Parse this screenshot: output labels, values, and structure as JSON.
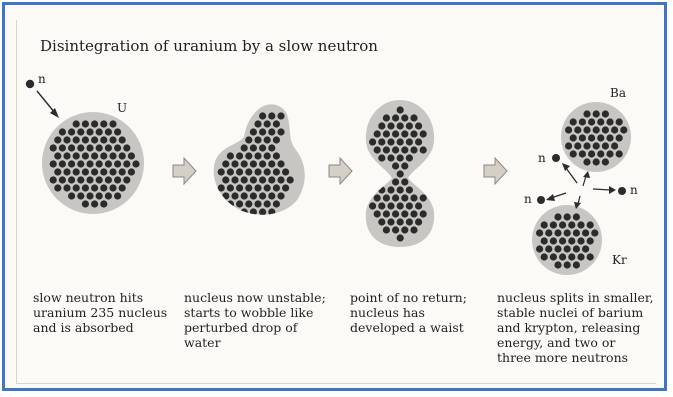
{
  "title": "Disintegration of uranium by a slow neutron",
  "labels": {
    "incoming_neutron": "n",
    "uranium": "U",
    "barium": "Ba",
    "krypton": "Kr",
    "neutron_1": "n",
    "neutron_2": "n",
    "neutron_3": "n"
  },
  "captions": [
    "slow neutron hits\nuranium 235 nucleus\nand is absorbed",
    "nucleus now unstable;\nstarts to wobble like\nperturbed drop of\nwater",
    "point of no return;\nnucleus has\ndeveloped a waist",
    "nucleus splits in smaller,\nstable nuclei of barium\nand krypton, releasing\nenergy, and two or\nthree more neutrons"
  ],
  "colors": {
    "frame": "#3f75c4",
    "nucleus_fill": "#c8c6c3",
    "particle": "#2b2b2b",
    "arrow_fill": "#d4d0c8"
  }
}
